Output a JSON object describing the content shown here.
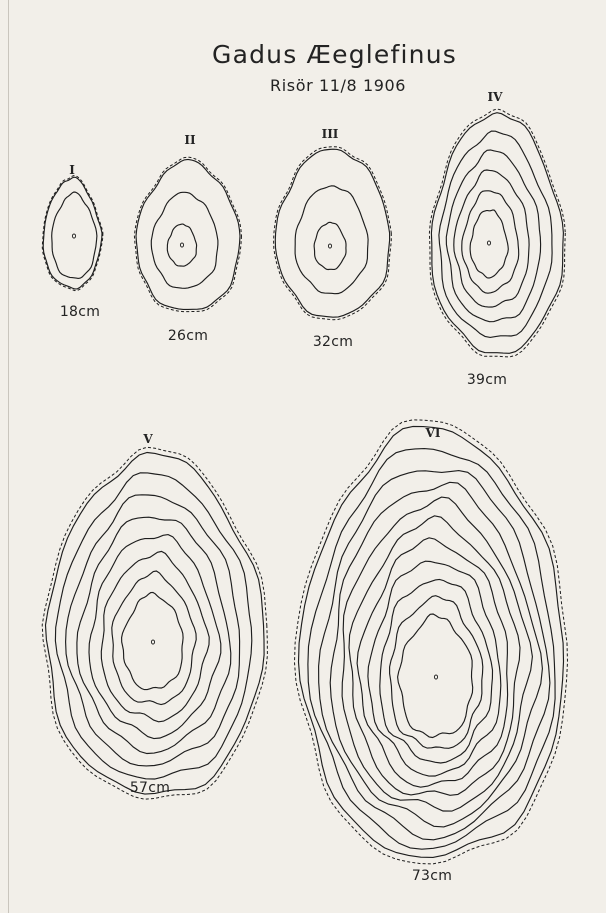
{
  "plate": {
    "title": "Gadus Æeglefinus",
    "subtitle": "Risör 11/8 1906"
  },
  "specimens": [
    {
      "numeral": "I",
      "length": "18cm",
      "rings": 2
    },
    {
      "numeral": "II",
      "length": "26cm",
      "rings": 3
    },
    {
      "numeral": "III",
      "length": "32cm",
      "rings": 3
    },
    {
      "numeral": "IV",
      "length": "39cm",
      "rings": 6
    },
    {
      "numeral": "V",
      "length": "57cm",
      "rings": 8
    },
    {
      "numeral": "VI",
      "length": "73cm",
      "rings": 11
    }
  ]
}
